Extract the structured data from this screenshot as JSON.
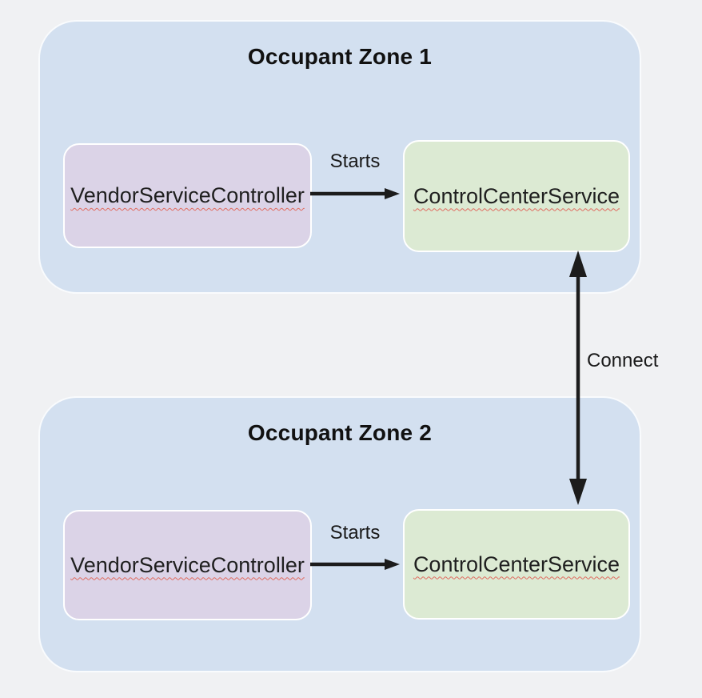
{
  "diagram": {
    "zones": [
      {
        "title": "Occupant Zone 1",
        "controller_label": "VendorServiceController",
        "service_label": "ControlCenterService",
        "starts_label": "Starts"
      },
      {
        "title": "Occupant Zone 2",
        "controller_label": "VendorServiceController",
        "service_label": "ControlCenterService",
        "starts_label": "Starts"
      }
    ],
    "connect_label": "Connect"
  },
  "colors": {
    "background": "#f0f1f3",
    "zone_fill": "#d3e0f0",
    "controller_fill": "#dbd3e7",
    "service_fill": "#dcead3",
    "node_border": "#ffffff",
    "text": "#1f1f1f",
    "arrow": "#1c1c1c",
    "squiggle": "#e06b5f"
  }
}
